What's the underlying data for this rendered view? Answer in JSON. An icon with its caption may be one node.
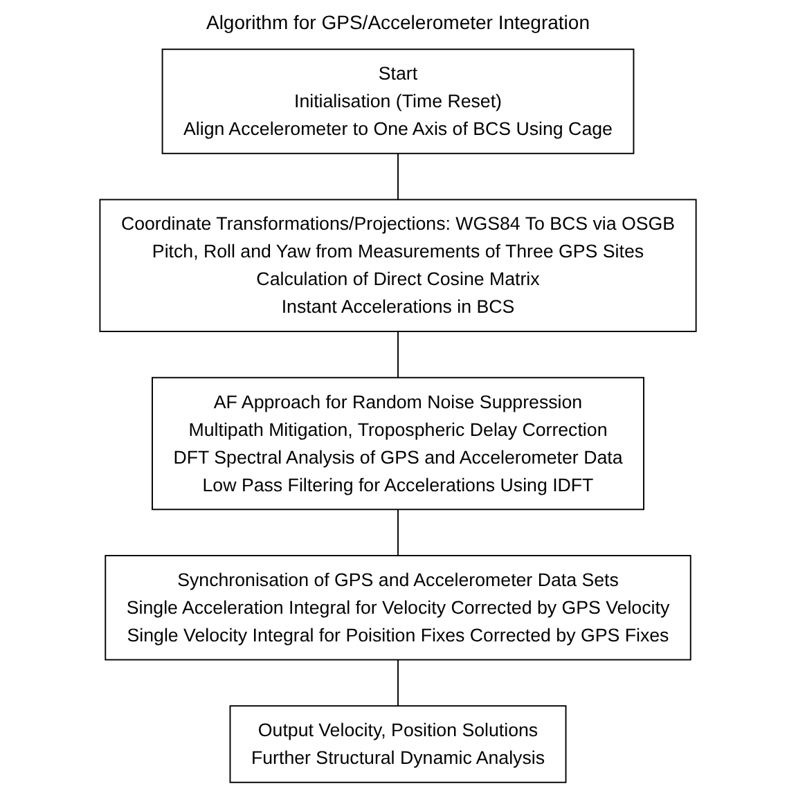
{
  "diagram": {
    "title": "Algorithm for GPS/Accelerometer Integration",
    "nodes": [
      {
        "text": [
          "Start",
          "Initialisation (Time Reset)",
          "Align Accelerometer to One Axis of BCS Using Cage"
        ]
      },
      {
        "text": [
          "Coordinate Transformations/Projections: WGS84 To BCS via OSGB",
          "Pitch, Roll and Yaw from Measurements of Three GPS Sites",
          "Calculation of Direct Cosine Matrix",
          "Instant Accelerations in BCS"
        ]
      },
      {
        "text": [
          "AF Approach for Random Noise Suppression",
          "Multipath Mitigation, Tropospheric Delay Correction",
          "DFT Spectral Analysis of GPS and Accelerometer Data",
          "Low Pass Filtering for Accelerations Using IDFT"
        ]
      },
      {
        "text": [
          "Synchronisation of GPS and Accelerometer Data Sets",
          "Single Acceleration Integral for Velocity Corrected by GPS Velocity",
          "Single Velocity Integral for Poisition Fixes Corrected by GPS Fixes"
        ]
      },
      {
        "text": [
          "Output Velocity, Position Solutions",
          "Further Structural Dynamic Analysis"
        ]
      }
    ],
    "edges": [
      {
        "from": 0,
        "to": 1,
        "arrow": "none"
      },
      {
        "from": 1,
        "to": 2,
        "arrow": "none"
      },
      {
        "from": 2,
        "to": 3,
        "arrow": "none"
      },
      {
        "from": 3,
        "to": 4,
        "arrow": "none"
      }
    ]
  }
}
